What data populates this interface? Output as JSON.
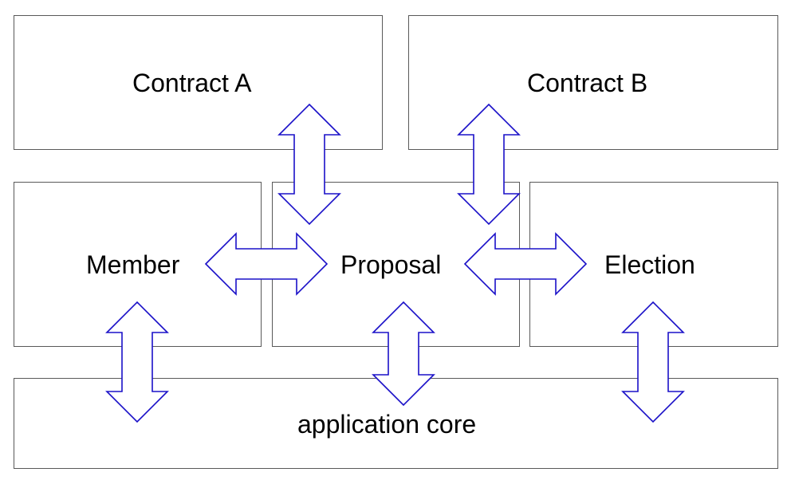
{
  "diagram": {
    "contract_a": "Contract A",
    "contract_b": "Contract B",
    "member": "Member",
    "proposal": "Proposal",
    "election": "Election",
    "application_core": "application core"
  },
  "colors": {
    "box_border": "#595959",
    "arrow_stroke": "#1a10c8",
    "arrow_fill": "#ffffff",
    "text": "#000000"
  }
}
